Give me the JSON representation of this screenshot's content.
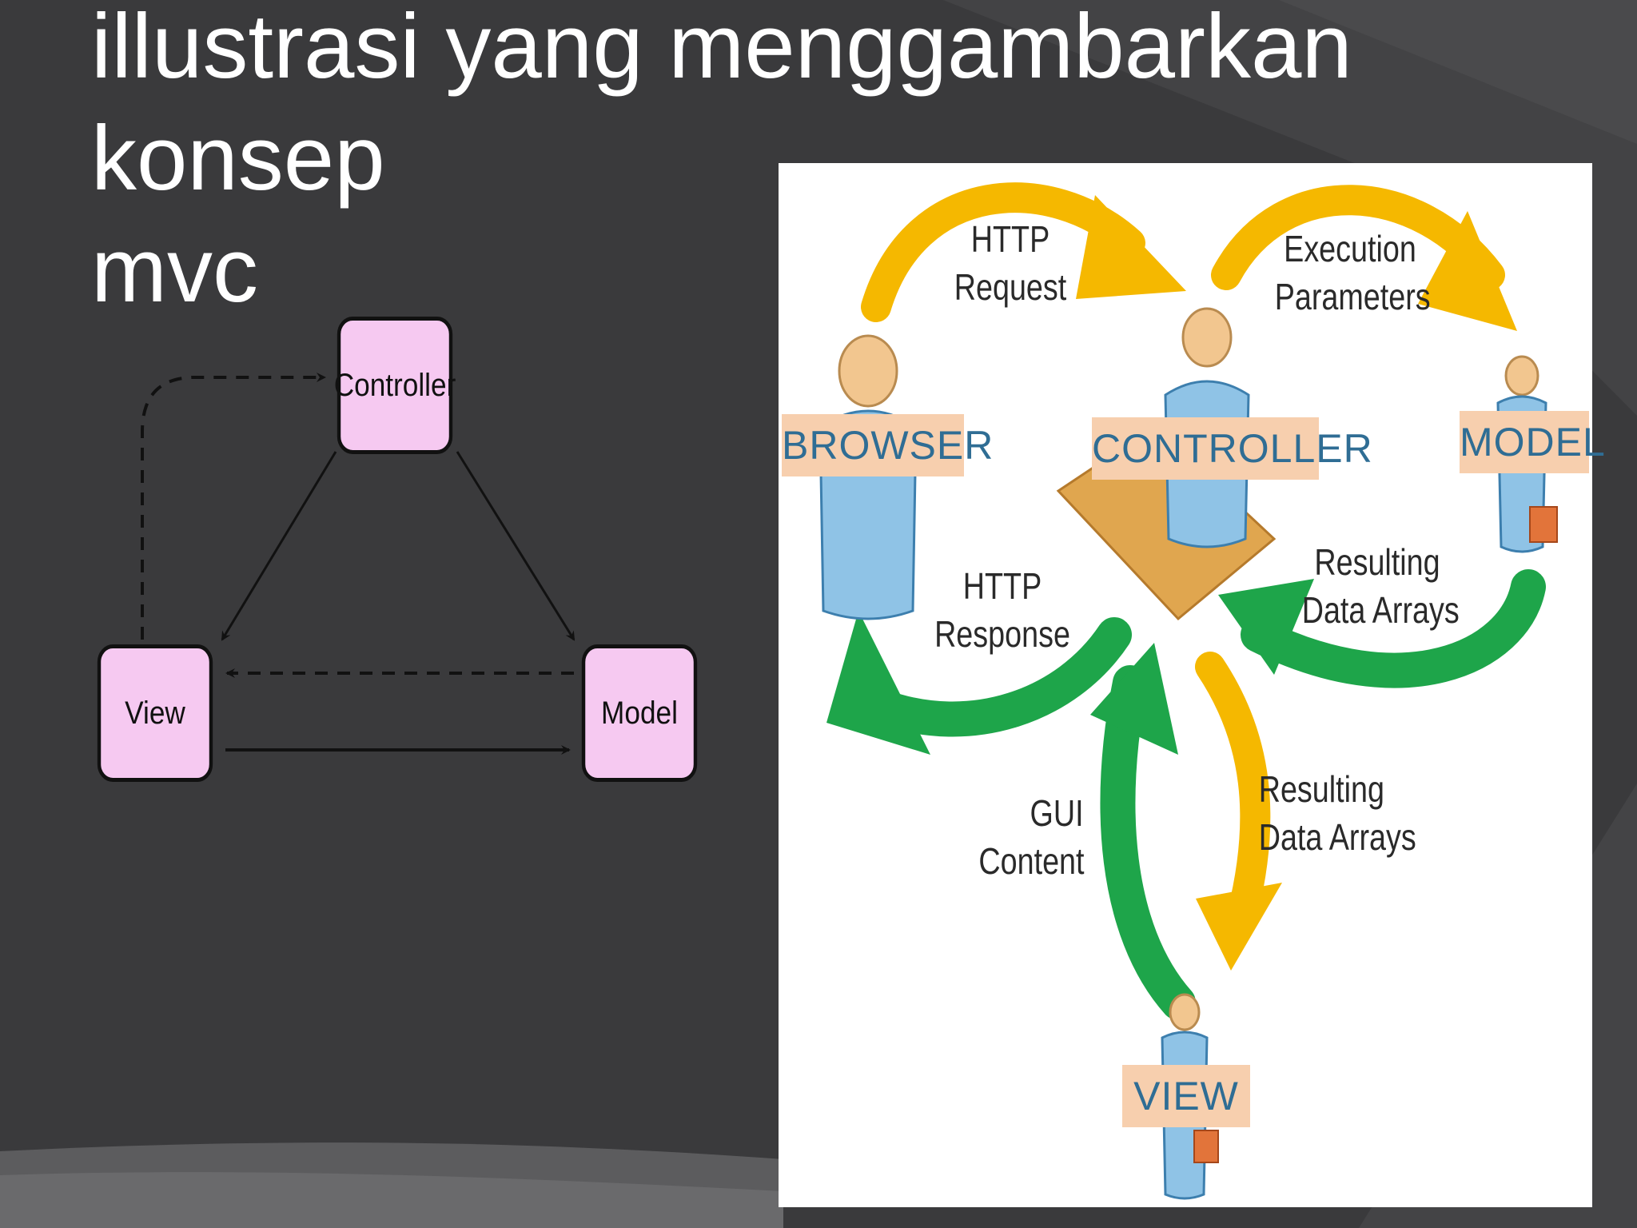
{
  "slide": {
    "title_lines": [
      "illustrasi yang menggambarkan",
      "konsep",
      "mvc"
    ],
    "background_color": "#3a3a3c"
  },
  "mvc_diagram": {
    "nodes": {
      "controller": "Controller",
      "view": "View",
      "model": "Model"
    },
    "box_fill": "#f6c9f1"
  },
  "illustration": {
    "actors": {
      "browser": "BROWSER",
      "controller": "CONTROLLER",
      "model": "MODEL",
      "view": "VIEW"
    },
    "flows": {
      "http_request": [
        "HTTP",
        "Request"
      ],
      "execution_parameters": [
        "Execution",
        "Parameters"
      ],
      "http_response": [
        "HTTP",
        "Response"
      ],
      "model_result": [
        "Resulting",
        "Data Arrays"
      ],
      "view_result": [
        "Resulting",
        "Data Arrays"
      ],
      "gui_content": [
        "GUI",
        "Content"
      ]
    },
    "colors": {
      "request_arrow": "#f5b800",
      "response_arrow": "#1ea54a",
      "actor_label_bg": "#f7cfae",
      "actor_label_text": "#2f6d94"
    }
  }
}
